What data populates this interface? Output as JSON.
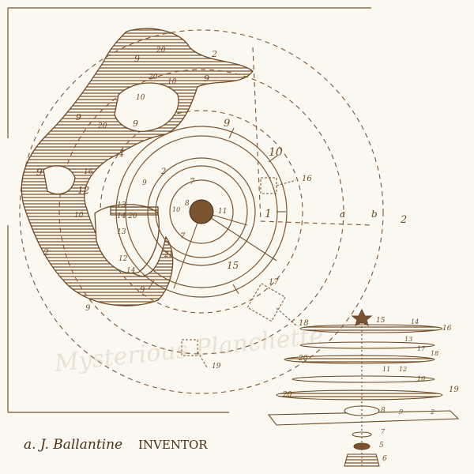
{
  "signature": "a. J. Ballantine",
  "inventor_label": "INVENTOR",
  "watermark": "Mysterious Planchette",
  "colors": {
    "ink": "#7a5430",
    "hatch": "#8b623a",
    "paper": "#fbf8f1"
  },
  "map_labels": [
    {
      "id": "lbl-2-top",
      "text": "2"
    },
    {
      "id": "lbl-20-top",
      "text": "20"
    },
    {
      "id": "lbl-9-a",
      "text": "9"
    },
    {
      "id": "lbl-9-b",
      "text": "9"
    },
    {
      "id": "lbl-10-a",
      "text": "10"
    },
    {
      "id": "lbl-20-b",
      "text": "20"
    },
    {
      "id": "lbl-10-b",
      "text": "10"
    },
    {
      "id": "lbl-9-c",
      "text": "9"
    },
    {
      "id": "lbl-20-c",
      "text": "20"
    },
    {
      "id": "lbl-9-d",
      "text": "9"
    },
    {
      "id": "lbl-9-ring",
      "text": "9"
    },
    {
      "id": "lbl-10-ring",
      "text": "10"
    },
    {
      "id": "lbl-16-ring",
      "text": "16"
    },
    {
      "id": "lbl-9-left",
      "text": "9"
    },
    {
      "id": "lbl-16-left",
      "text": "16"
    },
    {
      "id": "lbl-4",
      "text": "4"
    },
    {
      "id": "lbl-2-inner",
      "text": "2"
    },
    {
      "id": "lbl-9-e",
      "text": "9"
    },
    {
      "id": "lbl-7-a",
      "text": "7"
    },
    {
      "id": "lbl-12",
      "text": "12"
    },
    {
      "id": "lbl-10-c",
      "text": "10"
    },
    {
      "id": "lbl-13-a",
      "text": "13"
    },
    {
      "id": "lbl-14-20",
      "text": "14 20"
    },
    {
      "id": "lbl-10-d",
      "text": "10"
    },
    {
      "id": "lbl-8",
      "text": "8"
    },
    {
      "id": "lbl-11",
      "text": "11"
    },
    {
      "id": "lbl-1",
      "text": "1"
    },
    {
      "id": "lbl-a",
      "text": "a"
    },
    {
      "id": "lbl-b",
      "text": "b"
    },
    {
      "id": "lbl-2-right",
      "text": "2"
    },
    {
      "id": "lbl-13-b",
      "text": "13"
    },
    {
      "id": "lbl-12-b",
      "text": "12"
    },
    {
      "id": "lbl-2-left",
      "text": "2"
    },
    {
      "id": "lbl-14",
      "text": "14"
    },
    {
      "id": "lbl-7-b",
      "text": "7"
    },
    {
      "id": "lbl-21",
      "text": "21"
    },
    {
      "id": "lbl-9-f",
      "text": "9"
    },
    {
      "id": "lbl-15",
      "text": "15"
    },
    {
      "id": "lbl-9-g",
      "text": "9"
    },
    {
      "id": "lbl-17",
      "text": "17"
    },
    {
      "id": "lbl-18",
      "text": "18"
    },
    {
      "id": "lbl-19",
      "text": "19"
    }
  ],
  "exploded_labels": [
    {
      "id": "ex-15",
      "text": "15"
    },
    {
      "id": "ex-14",
      "text": "14"
    },
    {
      "id": "ex-16",
      "text": "16"
    },
    {
      "id": "ex-13",
      "text": "13"
    },
    {
      "id": "ex-17",
      "text": "17"
    },
    {
      "id": "ex-18",
      "text": "18"
    },
    {
      "id": "ex-20a",
      "text": "20"
    },
    {
      "id": "ex-11",
      "text": "11"
    },
    {
      "id": "ex-12",
      "text": "12"
    },
    {
      "id": "ex-10",
      "text": "10"
    },
    {
      "id": "ex-19",
      "text": "19"
    },
    {
      "id": "ex-20b",
      "text": "20"
    },
    {
      "id": "ex-8",
      "text": "8"
    },
    {
      "id": "ex-9",
      "text": "9"
    },
    {
      "id": "ex-2",
      "text": "2"
    },
    {
      "id": "ex-7",
      "text": "7"
    },
    {
      "id": "ex-5",
      "text": "5"
    },
    {
      "id": "ex-6",
      "text": "6"
    }
  ]
}
